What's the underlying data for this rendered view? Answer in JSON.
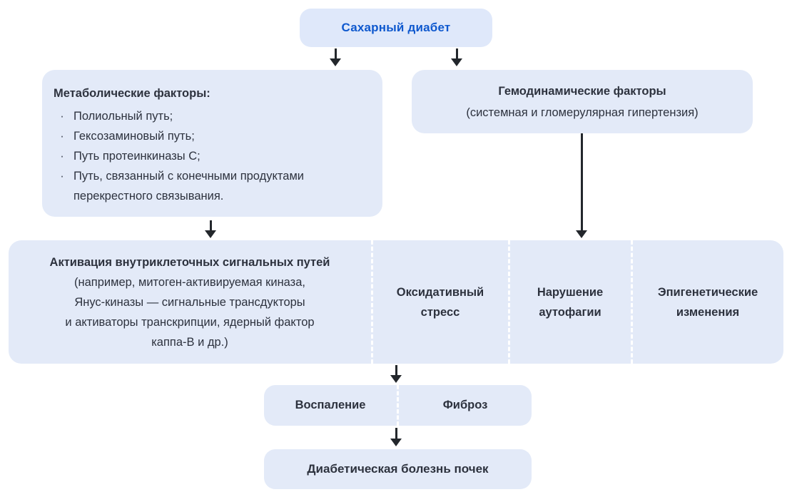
{
  "colors": {
    "page_bg": "#ffffff",
    "box_bg": "#e3eaf8",
    "root_box_bg": "#dfe8fa",
    "accent_blue": "#0e58ce",
    "text_dark": "#2d323e",
    "arrow": "#23272c",
    "divider_white": "#ffffff"
  },
  "diagram": {
    "root": {
      "label": "Сахарный диабет"
    },
    "metabolic": {
      "title": "Метаболические факторы:",
      "bullet_char": "·",
      "items": [
        "Полиольный путь;",
        "Гексозаминовый путь;",
        "Путь протеинкиназы С;",
        "Путь, связанный с конечными продуктами перекрестного связывания."
      ]
    },
    "hemodynamic": {
      "title": "Гемодинамические факторы",
      "subtitle": "(системная и гломерулярная гипертензия)"
    },
    "mechanisms": {
      "signaling": {
        "title": "Активация внутриклеточных сигнальных путей",
        "description_lines": [
          "(например, митоген-активируемая киназа,",
          "Янус-киназы — сигнальные трансдукторы",
          "и активаторы транскрипции, ядерный фактор",
          "каппа-B и др.)"
        ]
      },
      "oxidative_stress": "Оксидативный стресс",
      "autophagy": "Нарушение аутофагии",
      "epigenetic": "Эпигенетические изменения"
    },
    "outcomes": {
      "inflammation": "Воспаление",
      "fibrosis": "Фиброз"
    },
    "final": {
      "label": "Диабетическая болезнь почек"
    }
  }
}
